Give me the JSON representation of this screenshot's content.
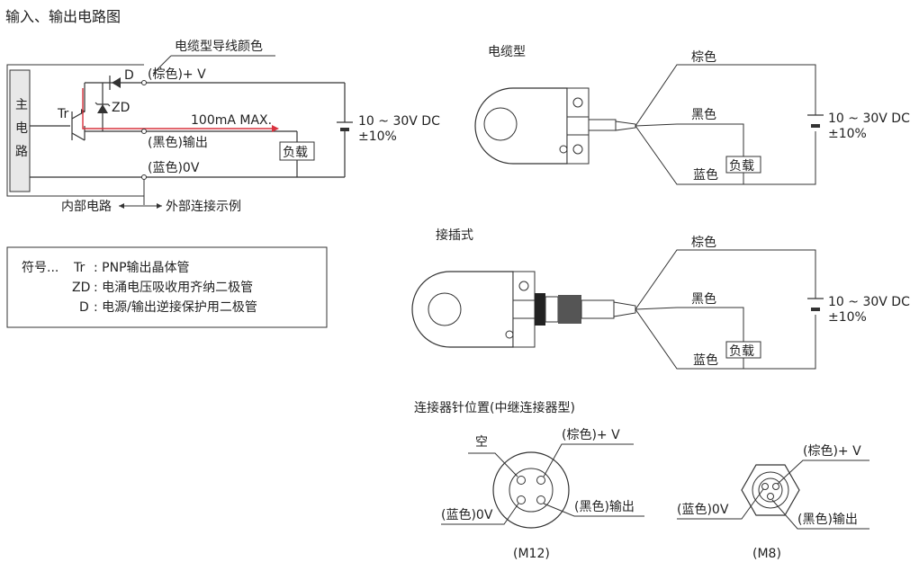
{
  "title": "输入、输出电路图",
  "circuit": {
    "cable_color_label": "电缆型导线颜色",
    "main_circuit_chars": [
      "主",
      "电",
      "路"
    ],
    "tr": "Tr",
    "zd": "ZD",
    "d": "D",
    "brown_plus_v": "(棕色)+ V",
    "black_output": "(黑色)输出",
    "blue_0v": "(蓝色)0V",
    "max_current": "100mA MAX.",
    "load": "负载",
    "voltage": "10 ~ 30V DC",
    "tolerance": "±10%",
    "internal_label": "内部电路",
    "external_label": "外部连接示例"
  },
  "legend": {
    "prefix": "符号...",
    "rows": [
      {
        "sym": "Tr",
        "desc": ": PNP输出晶体管"
      },
      {
        "sym": "ZD",
        "desc": ": 电涌电压吸收用齐纳二极管"
      },
      {
        "sym": "D",
        "desc": ": 电源/输出逆接保护用二极管"
      }
    ]
  },
  "cable_type": {
    "title": "电缆型",
    "brown": "棕色",
    "black": "黑色",
    "blue": "蓝色",
    "load": "负载",
    "voltage": "10 ~ 30V DC",
    "tolerance": "±10%"
  },
  "connector_type": {
    "title": "接插式",
    "brown": "棕色",
    "black": "黑色",
    "blue": "蓝色",
    "load": "负载",
    "voltage": "10 ~ 30V DC",
    "tolerance": "±10%"
  },
  "pinout": {
    "title": "连接器针位置(中继连接器型)",
    "m12": {
      "empty": "空",
      "brown_plus_v": "(棕色)+ V",
      "blue_0v": "(蓝色)0V",
      "black_output": "(黑色)输出",
      "caption": "(M12)"
    },
    "m8": {
      "brown_plus_v": "(棕色)+ V",
      "blue_0v": "(蓝色)0V",
      "black_output": "(黑色)输出",
      "caption": "(M8)"
    }
  },
  "colors": {
    "line": "#333333",
    "current_path": "#d9333f",
    "main_box": "#e8e8e8"
  }
}
